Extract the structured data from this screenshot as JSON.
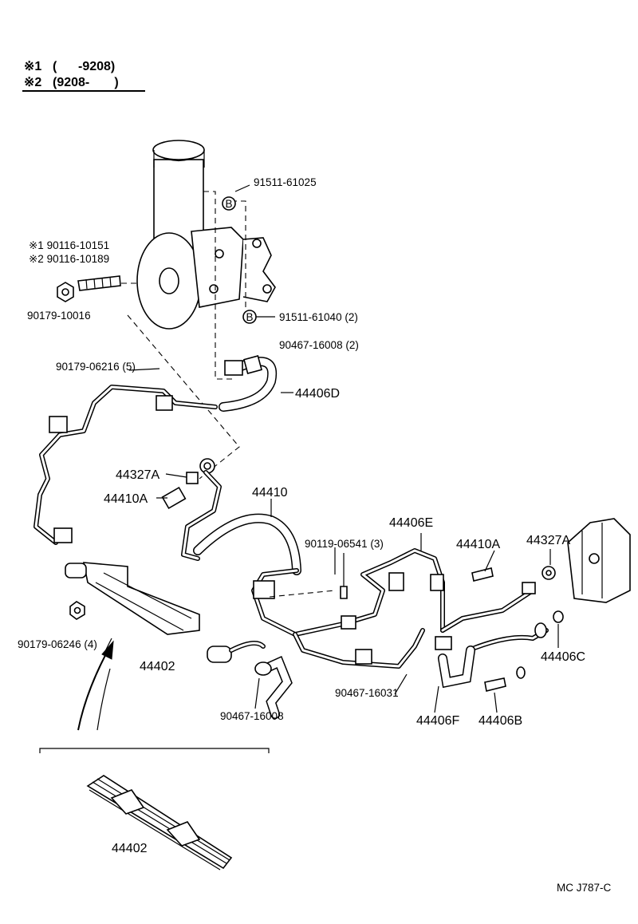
{
  "legend": {
    "row1_mark": "※1",
    "row1_range": "(      -9208)",
    "row2_mark": "※2",
    "row2_range": "(9208-       )"
  },
  "parts": {
    "p91511_61025": "91511-61025",
    "p91511_61040": "91511-61040 (2)",
    "stud_1": "※1 90116-10151",
    "stud_2": "※2 90116-10189",
    "p90179_10016": "90179-10016",
    "p90467_16008_2": "90467-16008 (2)",
    "p90179_06216": "90179-06216 (5)",
    "p44406D": "44406D",
    "p44327A_left": "44327A",
    "p44410A_left": "44410A",
    "p44410": "44410",
    "p44406E": "44406E",
    "p90119_06541": "90119-06541 (3)",
    "p44410A_right": "44410A",
    "p44327A_right": "44327A",
    "p90179_06246": "90179-06246 (4)",
    "p44402_main": "44402",
    "p90467_16008": "90467-16008",
    "p90467_16031": "90467-16031",
    "p44406F": "44406F",
    "p44406B": "44406B",
    "p44406C": "44406C",
    "p44402_inset": "44402"
  },
  "bolt_marks": {
    "b_upper": "B",
    "b_lower": "B"
  },
  "footer": {
    "code": "MC J787-C"
  }
}
